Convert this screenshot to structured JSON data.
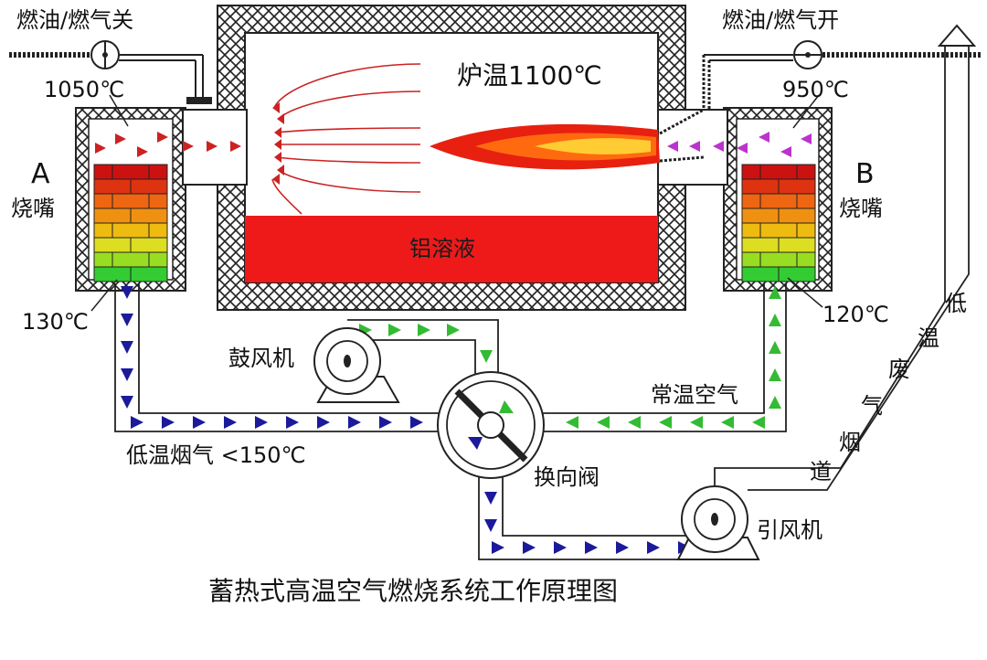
{
  "title": "蓄热式高温空气燃烧系统工作原理图",
  "labels": {
    "fuel_off": "燃油/燃气关",
    "fuel_on": "燃油/燃气开",
    "left_top_temp": "1050℃",
    "right_top_temp": "950℃",
    "furnace_temp": "炉温1100℃",
    "molten_al": "铝溶液",
    "burner_a_letter": "A",
    "burner_a_name": "烧嘴",
    "burner_b_letter": "B",
    "burner_b_name": "烧嘴",
    "left_bottom_temp": "130℃",
    "right_bottom_temp": "120℃",
    "blower": "鼓风机",
    "ambient_air": "常温空气",
    "reversing_valve": "换向阀",
    "low_temp_flue": "低温烟气 <150℃",
    "induced_fan": "引风机",
    "flue_duct": [
      "低",
      "温",
      "废",
      "气",
      "烟",
      "道"
    ]
  },
  "colors": {
    "molten": "#ee1a1a",
    "flue_arrow": "#1a1a9a",
    "air_arrow": "#33bb33",
    "hot_arrow_left": "#cc2222",
    "hot_arrow_right": "#bb33cc",
    "flame_outer": "#e82010",
    "flame_mid": "#ff6a10",
    "flame_core": "#ffcc33"
  },
  "brick_rows": [
    "#cc1111",
    "#dd3311",
    "#ee6611",
    "#f09011",
    "#eebb11",
    "#dddd22",
    "#99dd22",
    "#33cc33"
  ]
}
